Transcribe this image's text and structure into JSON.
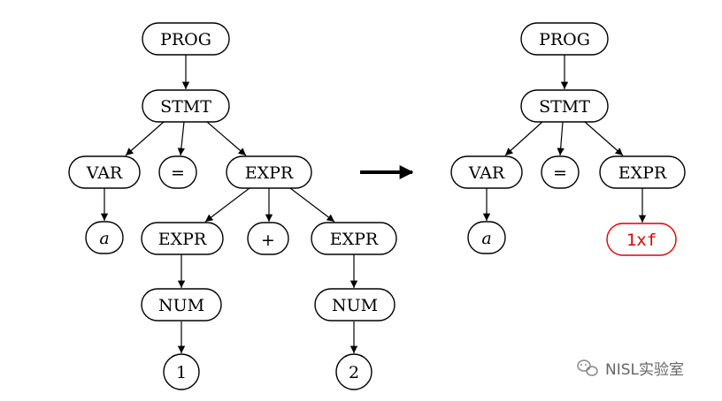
{
  "left_tree": {
    "prog": "PROG",
    "stmt": "STMT",
    "var": "VAR",
    "eq": "=",
    "expr": "EXPR",
    "var_child": "a",
    "expr_left": "EXPR",
    "plus": "+",
    "expr_right": "EXPR",
    "num_left": "NUM",
    "num_right": "NUM",
    "num_left_val": "1",
    "num_right_val": "2"
  },
  "right_tree": {
    "prog": "PROG",
    "stmt": "STMT",
    "var": "VAR",
    "eq": "=",
    "expr": "EXPR",
    "var_child": "a",
    "expr_child": "1xf"
  },
  "watermark": {
    "text": "NISL实验室",
    "icon": "wechat-icon"
  },
  "colors": {
    "highlight": "#e00000",
    "ink": "#000000"
  }
}
